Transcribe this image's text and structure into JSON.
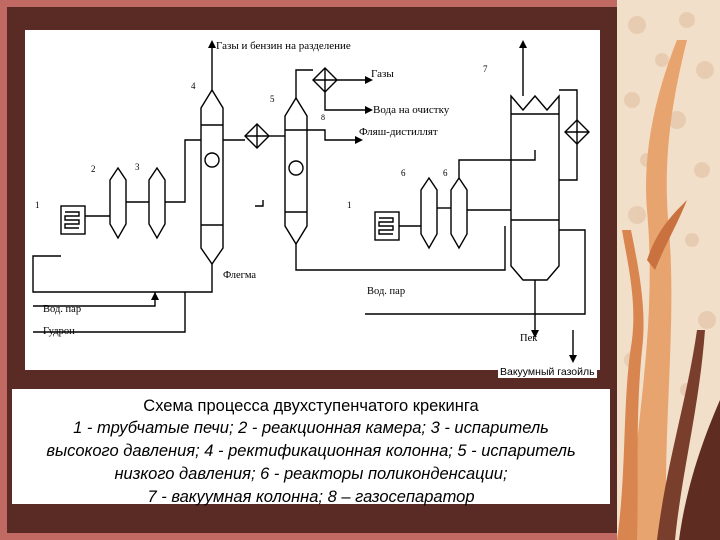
{
  "colors": {
    "slide_background": "#c06a63",
    "frame": "#5a2a24",
    "ornament_light": "#f2dfc9",
    "ornament_mid": "#e8a46e",
    "ornament_dark": "#7a3f2c",
    "line": "#000000"
  },
  "diagram": {
    "labels": {
      "gases_gasoline": "Газы и бензин на разделение",
      "gases": "Газы",
      "water": "Вода на очистку",
      "flash_distillate": "Фляш-дистиллят",
      "phlegm": "Флегма",
      "steam_1": "Вод. пар",
      "steam_2": "Вод. пар",
      "tar": "Гудрон",
      "coke": "Пек",
      "vacuum_gasoil": "Вакуумный газойль"
    },
    "numbers": {
      "n1a": "1",
      "n1b": "1",
      "n2": "2",
      "n3": "3",
      "n4": "4",
      "n5": "5",
      "n6a": "6",
      "n6b": "6",
      "n7": "7",
      "n8": "8"
    }
  },
  "caption": {
    "title": "Схема процесса двухступенчатого крекинга",
    "line1": "1 - трубчатые печи; 2 - реакционная камера; 3 - испаритель",
    "line2": "высокого давления; 4 - ректификационная колонна; 5 - испаритель",
    "line3": "низкого давления; 6 - реакторы поликонденсации;",
    "line4": "7 - вакуумная колонна; 8 – газосепаратор"
  }
}
